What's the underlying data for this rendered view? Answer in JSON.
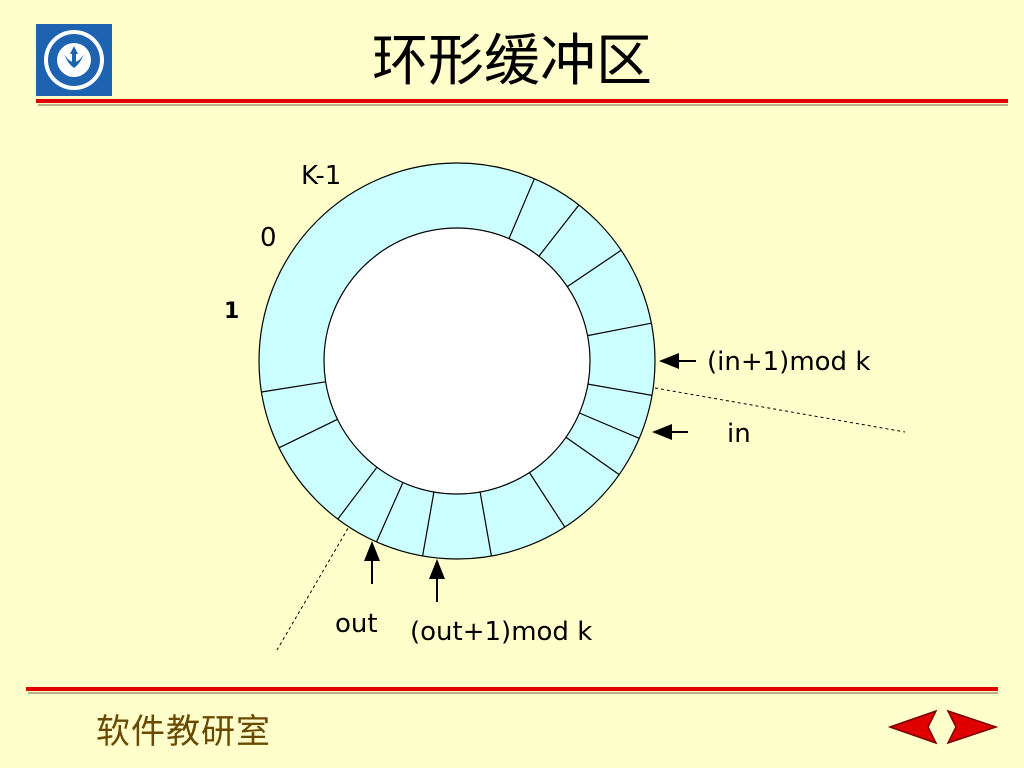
{
  "slide": {
    "title": "环形缓冲区",
    "footer": "软件教研室"
  },
  "diagram": {
    "labels": {
      "k_minus_1": "K-1",
      "zero": "0",
      "one": "1",
      "in_next": "(in+1)mod k",
      "in": "in",
      "out": "out",
      "out_next": "(out+1)mod k"
    }
  },
  "navigation": {
    "prev": "previous-slide",
    "next": "next-slide"
  },
  "colors": {
    "background": "#FFFFCC",
    "ring_fill": "#CCFFFF",
    "rule": "#E00000",
    "footer_text": "#6A4A00",
    "logo_blue": "#1E63B0"
  }
}
